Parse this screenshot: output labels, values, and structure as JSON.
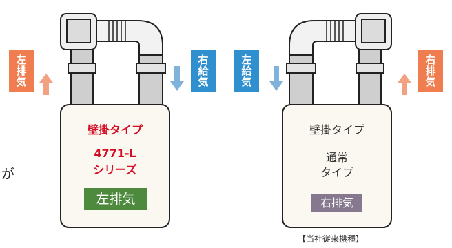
{
  "side_text": "が",
  "left_unit": {
    "title": "壁掛タイプ",
    "model": "4771-L",
    "series": "シリーズ",
    "badge": "左排気",
    "exhaust_label": "左排気",
    "intake_label": "右給気"
  },
  "right_unit": {
    "title": "壁掛タイプ",
    "line1": "通常",
    "line2": "タイプ",
    "badge": "右排気",
    "intake_label": "左給気",
    "exhaust_label": "右排気",
    "caption": "【当社従来機種】"
  },
  "colors": {
    "exhaust": "#ef7d4f",
    "intake": "#2f8fcf",
    "brand_red": "#d40f24",
    "left_badge": "#4e8a3e",
    "right_badge": "#86788f"
  }
}
